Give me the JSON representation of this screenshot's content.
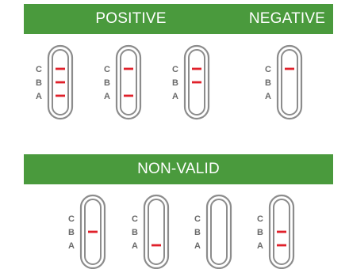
{
  "headers": {
    "positive": "POSITIVE",
    "negative": "NEGATIVE",
    "non_valid": "NON-VALID"
  },
  "zone_labels": [
    "C",
    "B",
    "A"
  ],
  "colors": {
    "header_bg": "#4a9a3d",
    "header_text": "#ffffff",
    "strip_outline": "#8c8c8c",
    "line": "#e0202a",
    "label": "#6a6a6a"
  },
  "tests": [
    {
      "group": "positive",
      "lines": [
        "C",
        "B",
        "A"
      ]
    },
    {
      "group": "positive",
      "lines": [
        "C",
        "A"
      ]
    },
    {
      "group": "positive",
      "lines": [
        "C",
        "B"
      ]
    },
    {
      "group": "negative",
      "lines": [
        "C"
      ]
    },
    {
      "group": "non_valid",
      "lines": [
        "B"
      ]
    },
    {
      "group": "non_valid",
      "lines": [
        "A"
      ]
    },
    {
      "group": "non_valid",
      "lines": []
    },
    {
      "group": "non_valid",
      "lines": [
        "B",
        "A"
      ]
    }
  ]
}
